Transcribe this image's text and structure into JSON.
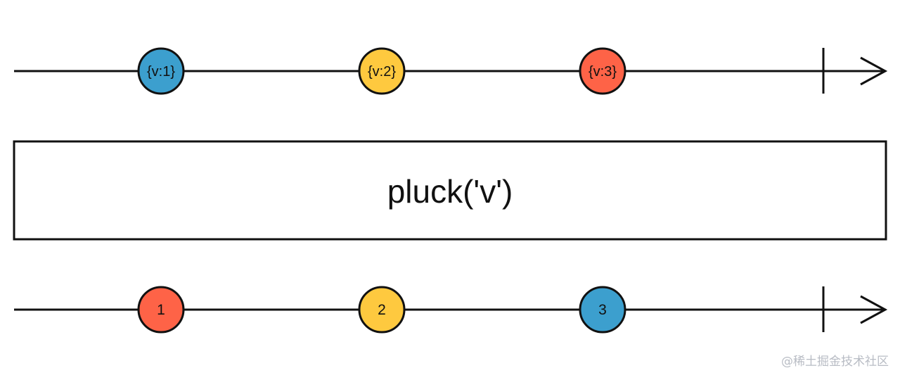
{
  "diagram": {
    "colors": {
      "line": "#111111",
      "blue": "#3c9fce",
      "yellow": "#fec93f",
      "red": "#fe6347"
    },
    "input": {
      "marbles": [
        {
          "label": "{v:1}",
          "color": "#3c9fce"
        },
        {
          "label": "{v:2}",
          "color": "#fec93f"
        },
        {
          "label": "{v:3}",
          "color": "#fe6347"
        }
      ]
    },
    "operator": {
      "label": "pluck('v')"
    },
    "output": {
      "marbles": [
        {
          "label": "1",
          "color": "#fe6347"
        },
        {
          "label": "2",
          "color": "#fec93f"
        },
        {
          "label": "3",
          "color": "#3c9fce"
        }
      ]
    }
  },
  "watermark": "@稀土掘金技术社区"
}
